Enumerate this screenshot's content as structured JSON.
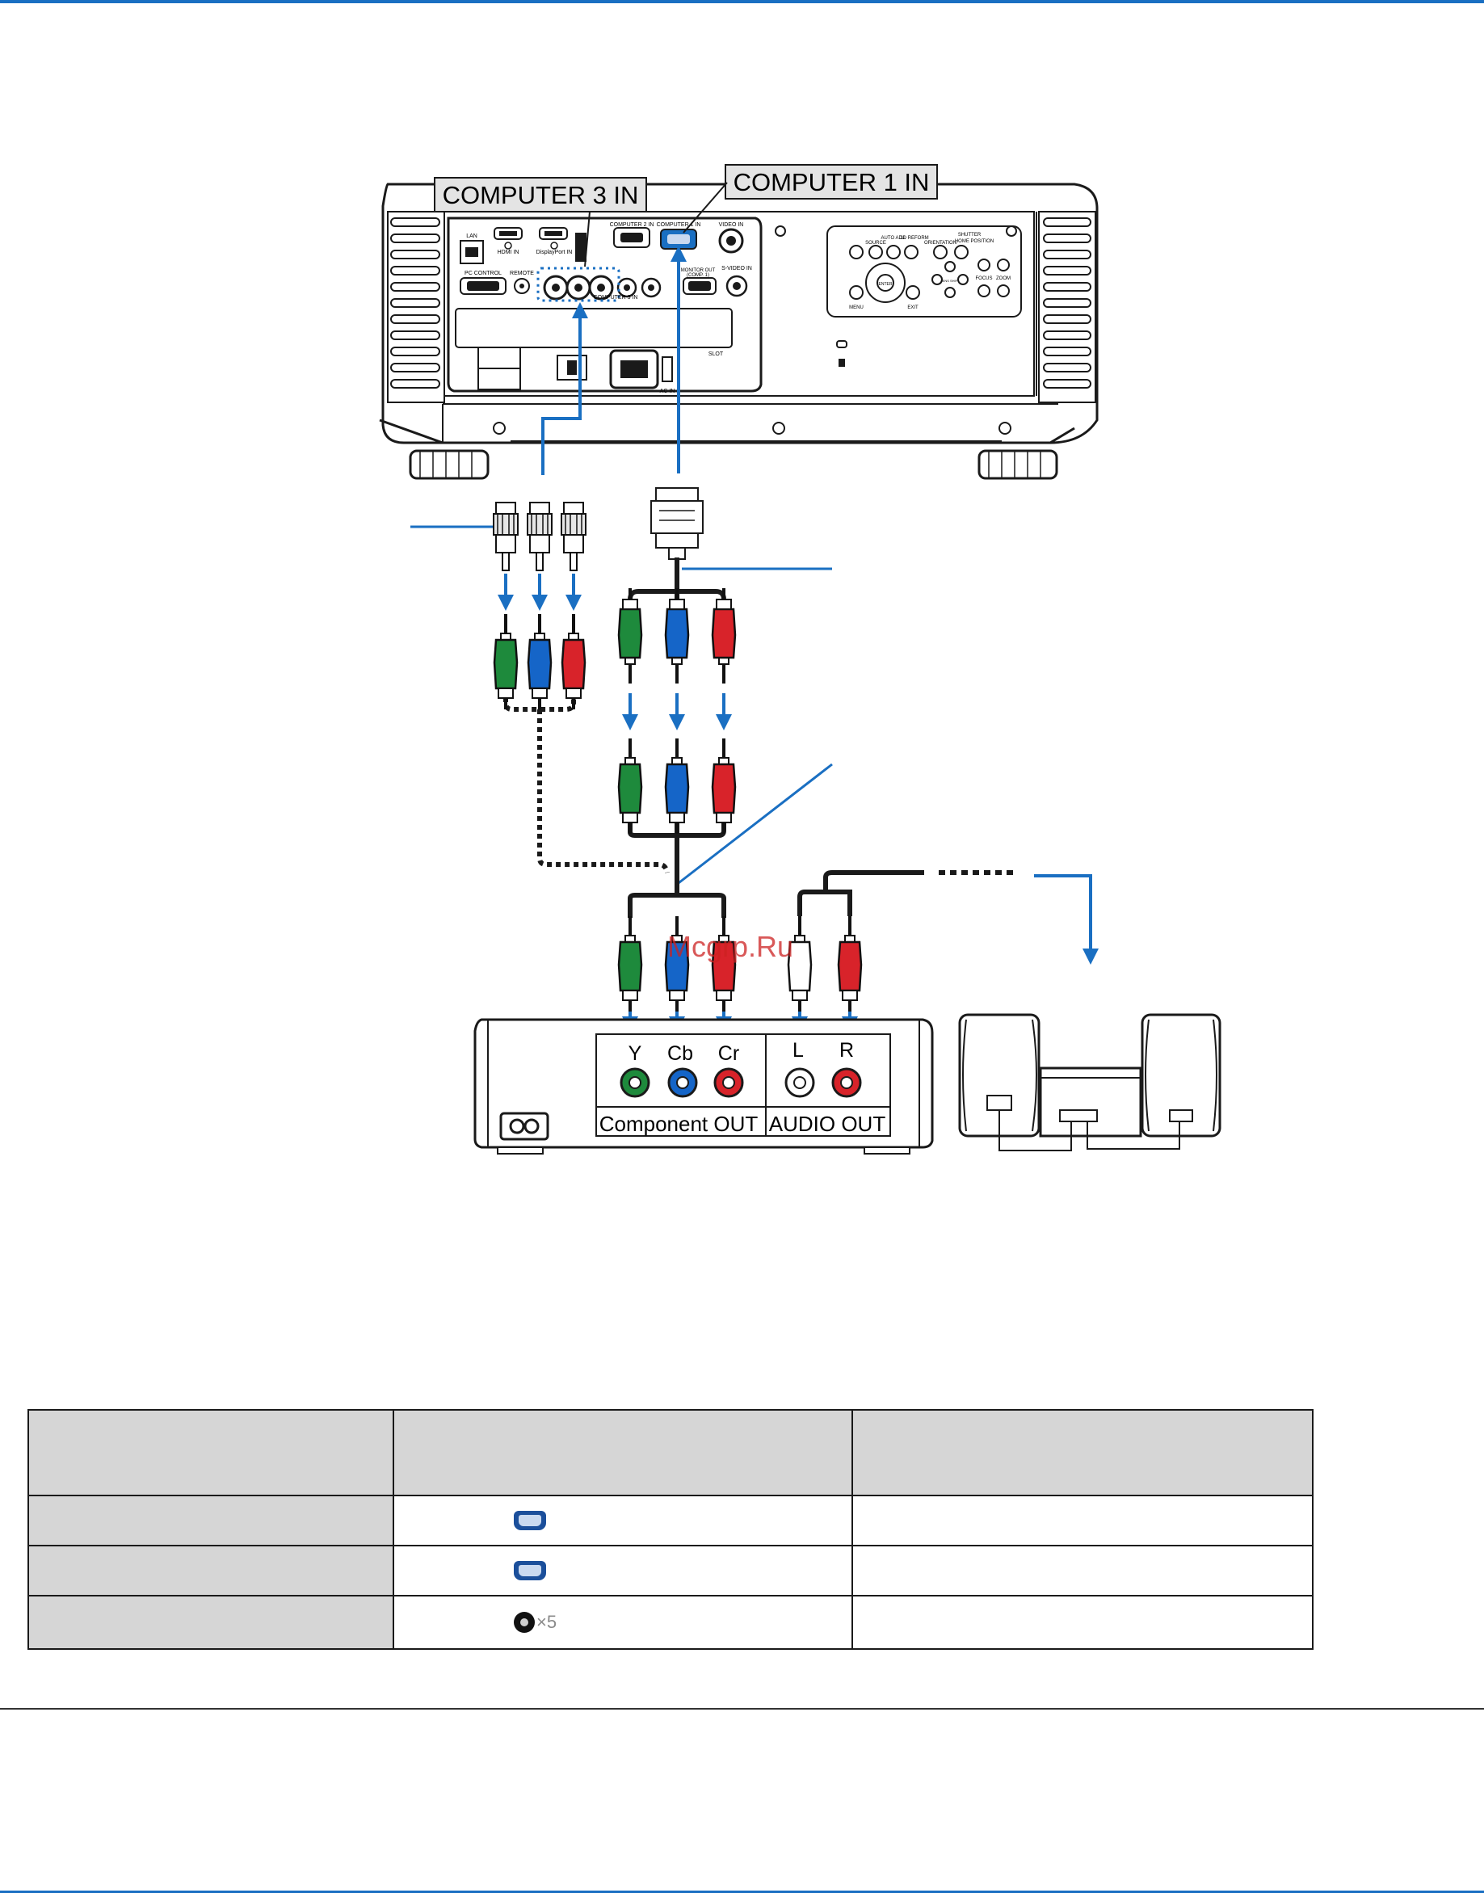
{
  "labels": {
    "computer3_in": "COMPUTER 3 IN",
    "computer1_in": "COMPUTER 1 IN",
    "jack_y": "Y",
    "jack_cb": "Cb",
    "jack_cr": "Cr",
    "jack_l": "L",
    "jack_r": "R",
    "component_out": "Component OUT",
    "audio_out": "AUDIO OUT",
    "watermark": "Mcgrp.Ru"
  },
  "projector_panel": {
    "lan": "LAN",
    "hdmi_in": "HDMI IN",
    "displayport_in": "DisplayPort IN",
    "computer2_in": "COMPUTER 2 IN",
    "computer1_in_small": "COMPUTER 1 IN",
    "video_in": "VIDEO IN",
    "pc_control": "PC CONTROL",
    "remote": "REMOTE",
    "computer3_in_small": "COMPUTER 3 IN",
    "monitor_out": "MONITOR OUT",
    "monitor_out_sub": "(COMP. 1)",
    "svideo_in": "S-VIDEO IN",
    "slot": "SLOT",
    "ac_in": "AC IN",
    "ctrl_source": "SOURCE",
    "ctrl_auto_adj": "AUTO ADJ.",
    "ctrl_3d_reform": "3D REFORM",
    "ctrl_orientation": "ORIENTATION",
    "ctrl_shutter": "SHUTTER",
    "ctrl_home_position": "HOME POSITION",
    "ctrl_enter": "ENTER",
    "ctrl_menu": "MENU",
    "ctrl_exit": "EXIT",
    "ctrl_focus": "FOCUS",
    "ctrl_zoom": "ZOOM",
    "ctrl_lens_shift": "LENS SHIFT"
  },
  "table": {
    "headers": [
      "",
      "",
      ""
    ],
    "rows": [
      {
        "c1": "",
        "icon": "vga-connector-icon",
        "c3": ""
      },
      {
        "c1": "",
        "icon": "vga-connector-icon",
        "c3": ""
      },
      {
        "c1": "",
        "icon": "bnc-connector-icon",
        "icon_count": "×5",
        "c3": ""
      }
    ]
  },
  "colors": {
    "accent_blue": "#1a6fc2",
    "rca_green": "#1e8a3c",
    "rca_blue": "#1565c8",
    "rca_red": "#d8232a",
    "table_header_gray": "#d6d6d6"
  }
}
